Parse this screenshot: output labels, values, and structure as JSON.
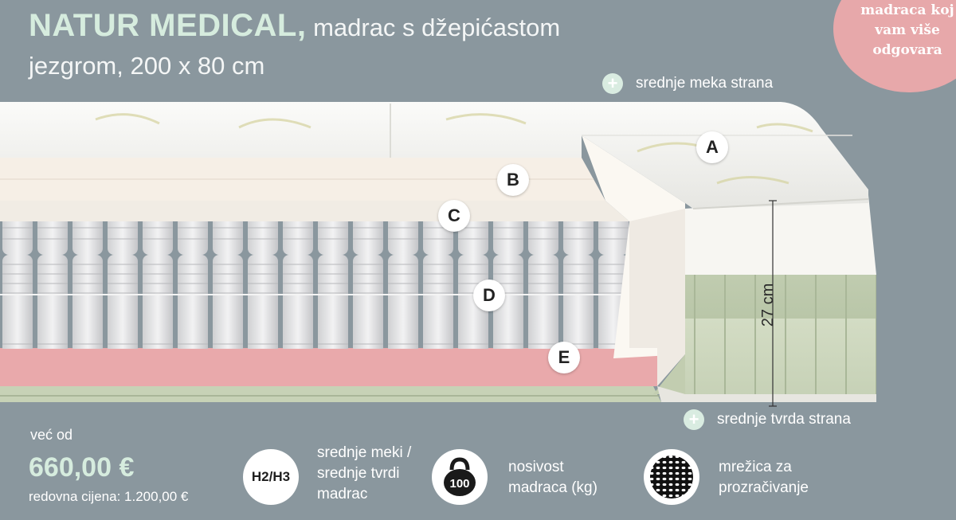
{
  "header": {
    "brand": "NATUR MEDICAL,",
    "title_rest": " madrac s džepićastom jezgrom, 200 x 80 cm"
  },
  "badge": {
    "line1": "madraca koj",
    "line2": "vam više",
    "line3": "odgovara",
    "color": "#e7a8aa"
  },
  "sides": {
    "top_label": "srednje meka strana",
    "bottom_label": "srednje tvrda strana",
    "plus_symbol": "+"
  },
  "layers": {
    "a": "A",
    "b": "B",
    "c": "C",
    "d": "D",
    "e": "E"
  },
  "dimensions": {
    "height": "27 cm"
  },
  "pricing": {
    "from_label": "već od",
    "price": "660,00 €",
    "regular": "redovna cijena: 1.200,00 €"
  },
  "features": {
    "firmness": {
      "code": "H2/H3",
      "line1": "srednje meki /",
      "line2": "srednje tvrdi",
      "line3": "madrac"
    },
    "load": {
      "value": "100",
      "icon": "kettlebell-icon",
      "line1": "nosivost",
      "line2": "madraca (kg)"
    },
    "ventilation": {
      "icon": "mesh-icon",
      "line1": "mrežica za",
      "line2": "prozračivanje"
    }
  },
  "colors": {
    "background": "#8a979e",
    "accent_green": "#d6ecde",
    "base_pink": "#e9a9ab",
    "side_green": "#c9d4b8"
  }
}
